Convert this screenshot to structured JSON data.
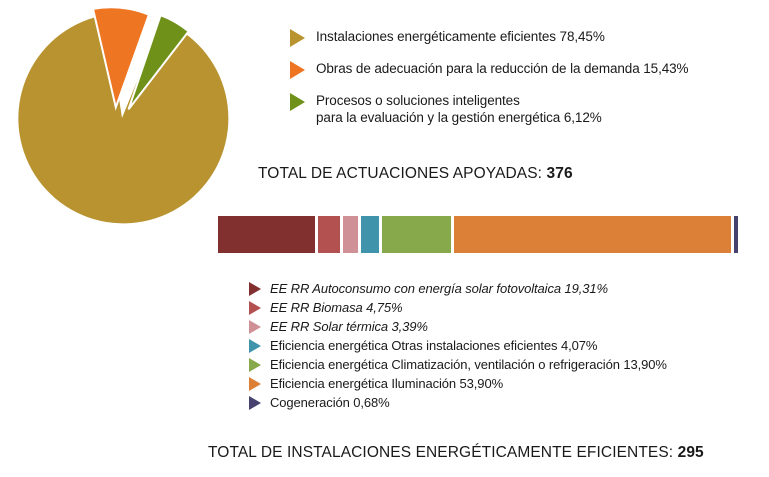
{
  "chart_data": [
    {
      "type": "pie",
      "title": "",
      "categories": [
        "Instalaciones energéticamente eficientes",
        "Obras de adecuación para la reducción de la demanda",
        "Procesos o soluciones inteligentes para la evaluación y la gestión energética"
      ],
      "values": [
        78.45,
        15.43,
        6.12
      ],
      "value_labels": [
        "78,45%",
        "15,43%",
        "6,12%"
      ],
      "colors": [
        "#b8932f",
        "#ee7522",
        "#6f9019"
      ],
      "exploded": [
        false,
        true,
        true
      ],
      "legend_position": "right",
      "total_label": "TOTAL DE ACTUACIONES APOYADAS:",
      "total_value": "376"
    },
    {
      "type": "bar",
      "orientation": "horizontal-stacked",
      "title": "",
      "categories": [
        "EE RR Autoconsumo con energía solar fotovoltaica",
        "EE RR Biomasa",
        "EE RR Solar térmica",
        "Eficiencia energética Otras instalaciones eficientes",
        "Eficiencia energética Climatización, ventilación o refrigeración",
        "Eficiencia energética Iluminación",
        "Cogeneración"
      ],
      "values": [
        19.31,
        4.75,
        3.39,
        4.07,
        13.9,
        53.9,
        0.68
      ],
      "value_labels": [
        "19,31%",
        "4,75%",
        "3,39%",
        "4,07%",
        "13,90%",
        "53,90%",
        "0,68%"
      ],
      "colors": [
        "#812f2f",
        "#b2514f",
        "#cf9195",
        "#3f94ac",
        "#87a84b",
        "#dc8038",
        "#45426f"
      ],
      "legend_position": "below",
      "total_label": "TOTAL DE INSTALACIONES ENERGÉTICAMENTE EFICIENTES:",
      "total_value": "295"
    }
  ],
  "pie_legend": {
    "items": [
      {
        "label": "Instalaciones energéticamente eficientes 78,45%",
        "color": "#b8932f"
      },
      {
        "label": "Obras de adecuación para la reducción de la demanda 15,43%",
        "color": "#ee7522"
      },
      {
        "label": "Procesos o soluciones inteligentes\npara la evaluación y la gestión energética 6,12%",
        "color": "#6f9019"
      }
    ]
  },
  "bar_legend": {
    "items": [
      {
        "label": "EE RR Autoconsumo con energía solar fotovoltaica 19,31%",
        "color": "#812f2f",
        "italic": true
      },
      {
        "label": "EE RR Biomasa 4,75%",
        "color": "#b2514f",
        "italic": true
      },
      {
        "label": "EE RR Solar térmica 3,39%",
        "color": "#cf9195",
        "italic": true
      },
      {
        "label": "Eficiencia energética Otras instalaciones eficientes 4,07%",
        "color": "#3f94ac",
        "italic": false
      },
      {
        "label": "Eficiencia energética Climatización, ventilación o refrigeración 13,90%",
        "color": "#87a84b",
        "italic": false
      },
      {
        "label": "Eficiencia energética Iluminación 53,90%",
        "color": "#dc8038",
        "italic": false
      },
      {
        "label": "Cogeneración 0,68%",
        "color": "#45426f",
        "italic": false
      }
    ]
  },
  "totals": {
    "actuaciones_label": "TOTAL DE ACTUACIONES APOYADAS: ",
    "actuaciones_value": "376",
    "instalaciones_label": "TOTAL DE INSTALACIONES ENERGÉTICAMENTE EFICIENTES: ",
    "instalaciones_value": "295"
  }
}
